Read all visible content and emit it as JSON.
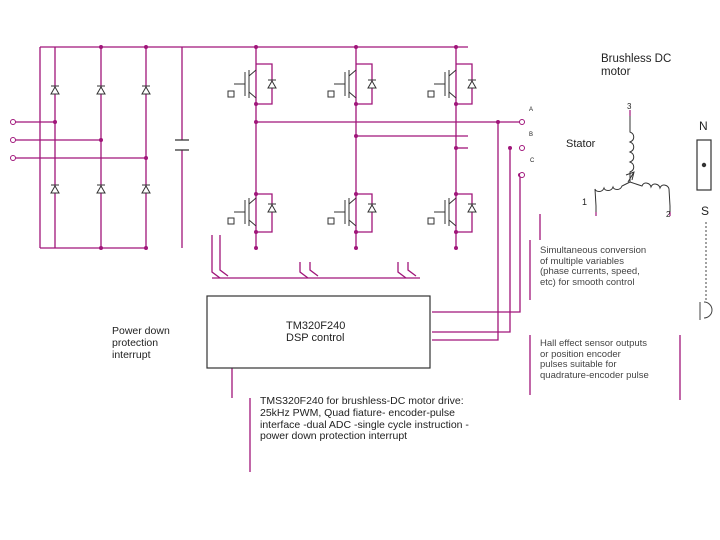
{
  "diagram": {
    "title": "Brushless DC\nmotor",
    "stator_label": "Stator",
    "pole_north": "N",
    "pole_south": "S",
    "coil_labels": [
      "1",
      "2",
      "3"
    ],
    "phase_labels": [
      "A",
      "B",
      "C"
    ],
    "simultaneous_note": "Simultaneous conversion\nof multiple variables\n(phase currents, speed,\netc) for smooth control",
    "hall_note": "Hall effect sensor outputs\nor position encoder\npulses suitable for\nquadrature-encoder pulse",
    "power_down_label": "Power down\nprotection\ninterrupt",
    "dsp_block": "TM320F240\nDSP control",
    "description": "TMS320F240 for brushless-DC motor drive:\n25kHz PWM, Quad fiature- encoder-pulse\ninterface -dual ADC -single cycle instruction -\npower down protection interrupt",
    "colors": {
      "wire": "#a0157a",
      "component": "#333333",
      "node": "#a0157a",
      "text": "#222222"
    }
  }
}
